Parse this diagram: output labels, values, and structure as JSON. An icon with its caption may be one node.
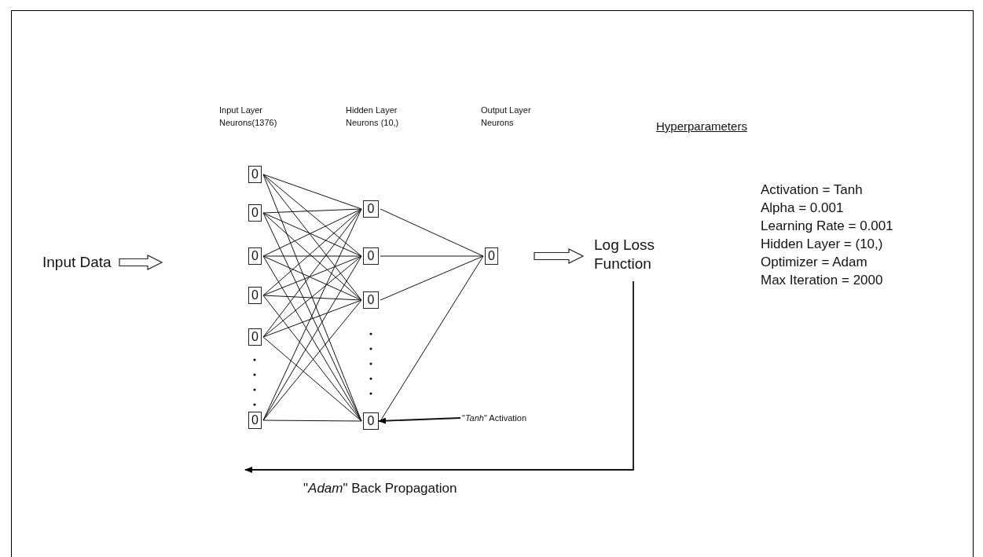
{
  "diagram": {
    "nodes": [
      {
        "text": [
          "Input Data"
        ]
      },
      {
        "text": [
          "0"
        ]
      },
      {
        "text": [
          "0"
        ]
      },
      {
        "text": [
          "0"
        ]
      },
      {
        "text": [
          "0"
        ]
      },
      {
        "text": [
          "0"
        ]
      },
      {
        "text": [
          "0"
        ]
      },
      {
        "text": [
          "0"
        ]
      },
      {
        "text": [
          "0"
        ]
      },
      {
        "text": [
          "0"
        ]
      },
      {
        "text": [
          "0"
        ]
      },
      {
        "text": [
          "0"
        ]
      },
      {
        "text": [
          "Log Loss Function"
        ]
      },
      {
        "text": [
          "\"*Tanh*\" Activation"
        ]
      }
    ],
    "edges": [
      {
        "from": 0,
        "to": null,
        "arrow": "to",
        "style": "thick"
      },
      {
        "from": 1,
        "to": 7,
        "arrow": "none"
      },
      {
        "from": 1,
        "to": 8,
        "arrow": "none"
      },
      {
        "from": 1,
        "to": 9,
        "arrow": "none"
      },
      {
        "from": 1,
        "to": 10,
        "arrow": "none"
      },
      {
        "from": 2,
        "to": 7,
        "arrow": "none"
      },
      {
        "from": 2,
        "to": 8,
        "arrow": "none"
      },
      {
        "from": 2,
        "to": 9,
        "arrow": "none"
      },
      {
        "from": 2,
        "to": 10,
        "arrow": "none"
      },
      {
        "from": 3,
        "to": 7,
        "arrow": "none"
      },
      {
        "from": 3,
        "to": 8,
        "arrow": "none"
      },
      {
        "from": 3,
        "to": 9,
        "arrow": "none"
      },
      {
        "from": 3,
        "to": 10,
        "arrow": "none"
      },
      {
        "from": 4,
        "to": 7,
        "arrow": "none"
      },
      {
        "from": 4,
        "to": 8,
        "arrow": "none"
      },
      {
        "from": 4,
        "to": 9,
        "arrow": "none"
      },
      {
        "from": 4,
        "to": 10,
        "arrow": "none"
      },
      {
        "from": 5,
        "to": 7,
        "arrow": "none"
      },
      {
        "from": 5,
        "to": 8,
        "arrow": "none"
      },
      {
        "from": 5,
        "to": 9,
        "arrow": "none"
      },
      {
        "from": 5,
        "to": 10,
        "arrow": "none"
      },
      {
        "from": 6,
        "to": 7,
        "arrow": "none"
      },
      {
        "from": 6,
        "to": 8,
        "arrow": "none"
      },
      {
        "from": 6,
        "to": 9,
        "arrow": "none"
      },
      {
        "from": 6,
        "to": 10,
        "arrow": "none"
      },
      {
        "from": 7,
        "to": 11,
        "arrow": "none"
      },
      {
        "from": 8,
        "to": 11,
        "arrow": "none"
      },
      {
        "from": 9,
        "to": 11,
        "arrow": "none"
      },
      {
        "from": 10,
        "to": 11,
        "arrow": "none"
      },
      {
        "from": 11,
        "to": 12,
        "arrow": "to",
        "style": "thick"
      },
      {
        "from": 13,
        "to": 10,
        "arrow": "to"
      },
      {
        "from": 12,
        "to": null,
        "arrow": "to",
        "label": "\"*Adam*\" Back Propagation"
      }
    ],
    "labels": [
      "Input Layer Neurons(1376)",
      "Hidden Layer Neurons (10,)",
      "Output Layer Neurons",
      "Hyperparameters",
      "Activation = Tanh",
      "Alpha = 0.001",
      "Learning Rate = 0.001",
      "Hidden Layer = (10,)",
      "Optimizer = Adam",
      "Max Iteration = 2000"
    ]
  }
}
